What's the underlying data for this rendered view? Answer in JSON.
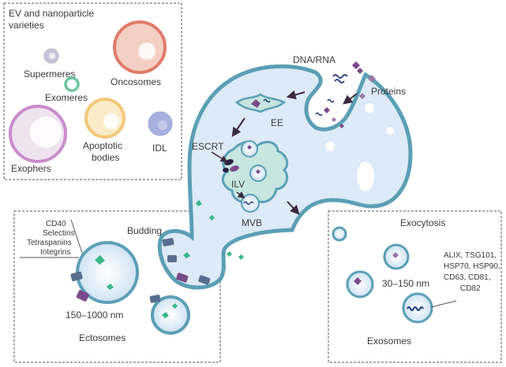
{
  "legend": {
    "title_line1": "EV and nanoparticle",
    "title_line2": "varieties",
    "supermeres": "Supermeres",
    "exomeres": "Exomeres",
    "oncosomes": "Oncosomes",
    "exophers": "Exophers",
    "apoptotic_line1": "Apoptotic",
    "apoptotic_line2": "bodies",
    "idl": "IDL"
  },
  "cell": {
    "dna_rna": "DNA/RNA",
    "proteins": "Proteins",
    "ee": "EE",
    "escrt": "ESCRT",
    "ilv": "ILV",
    "mvb": "MVB"
  },
  "ectosome_panel": {
    "markers": [
      "CD40",
      "Selectins",
      "Tetraspanins",
      "Integrins"
    ],
    "budding": "Budding",
    "size": "150–1000 nm",
    "name": "Ectosomes"
  },
  "exosome_panel": {
    "exocytosis": "Exocytosis",
    "size": "30–150 nm",
    "markers": [
      "ALIX, TSG101,",
      "HSP70, HSP90,",
      "CD63, CD81,",
      "CD82"
    ],
    "name": "Exosomes"
  },
  "colors": {
    "membrane": "#5b9fb5",
    "cytoplasm": "#ddeaf7",
    "organelle": "#c6e6df",
    "purple": "#7a4a8a",
    "green": "#3cb88a",
    "slate": "#5a6f8f",
    "oncosome": "#e07b6a",
    "exopher": "#c98ccb",
    "apoptotic": "#f2c879",
    "idl": "#9ea6d8"
  }
}
